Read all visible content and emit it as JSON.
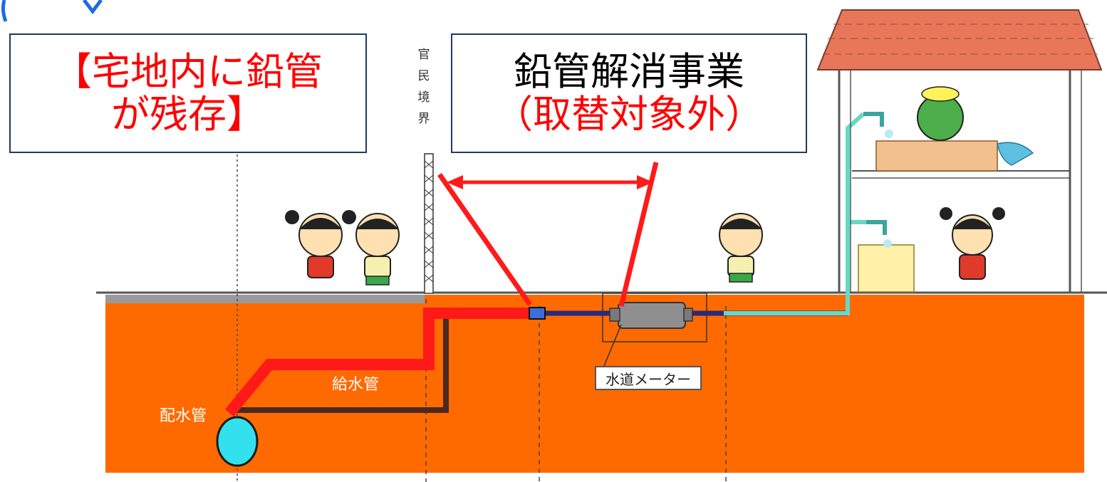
{
  "callouts": {
    "left": {
      "line1": "【宅地内に鉛管",
      "line2": "が残存】",
      "color": "#ff0000"
    },
    "right": {
      "line1": "鉛管解消事業",
      "line2": "（取替対象外）",
      "accent": "#ff0000"
    }
  },
  "boundary_label": [
    "官",
    "民",
    "境",
    "界"
  ],
  "labels": {
    "distribution_main": "配水管",
    "service_pipe": "給水管",
    "water_meter": "水道メーター"
  },
  "colors": {
    "ground": "#ff6a00",
    "lead_pipe": "#ff1a1a",
    "new_pipe": "#2a2a7a",
    "indoor_pipe": "#66d9c4",
    "main_pipe": "#33e0ee",
    "callout_border": "#1f3a64"
  }
}
